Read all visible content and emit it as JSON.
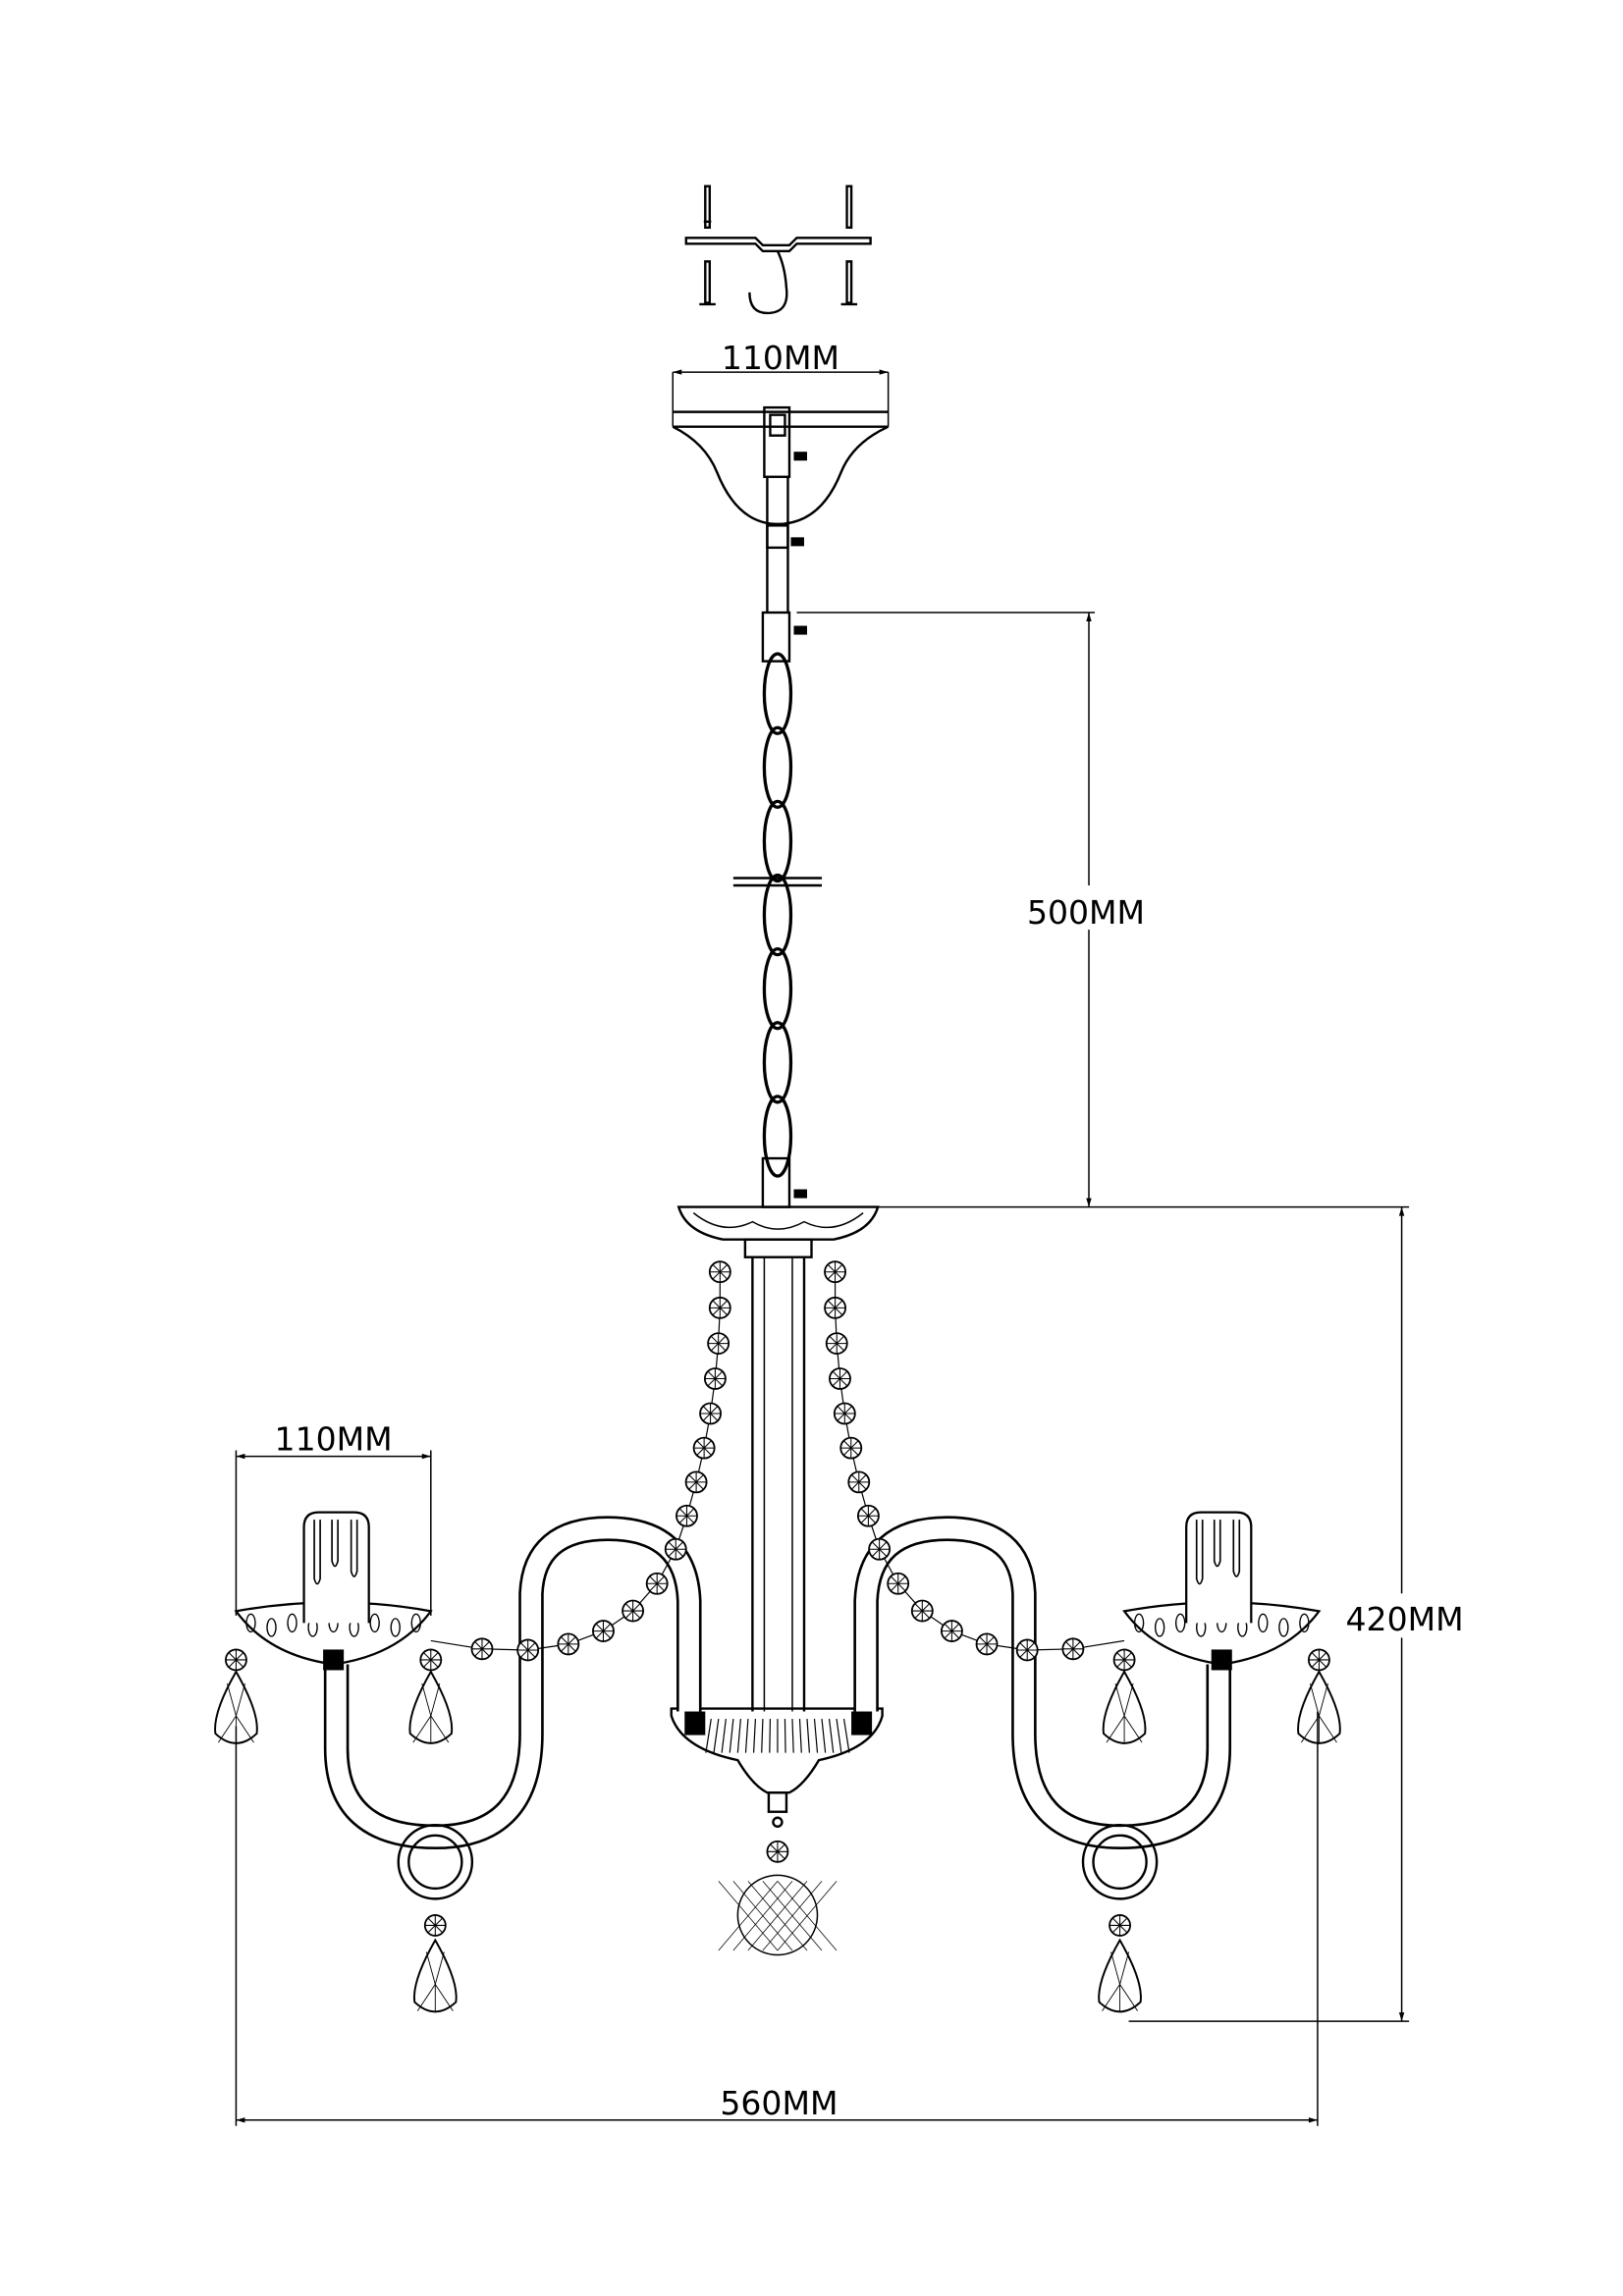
{
  "drawing": {
    "title": "Chandelier dimension drawing",
    "dimensions": {
      "canopy_width": "110MM",
      "chain_length": "500MM",
      "body_height": "420MM",
      "arm_cup_width": "110MM",
      "overall_width": "560MM"
    },
    "colors": {
      "line": "#000000",
      "background": "#ffffff"
    }
  }
}
